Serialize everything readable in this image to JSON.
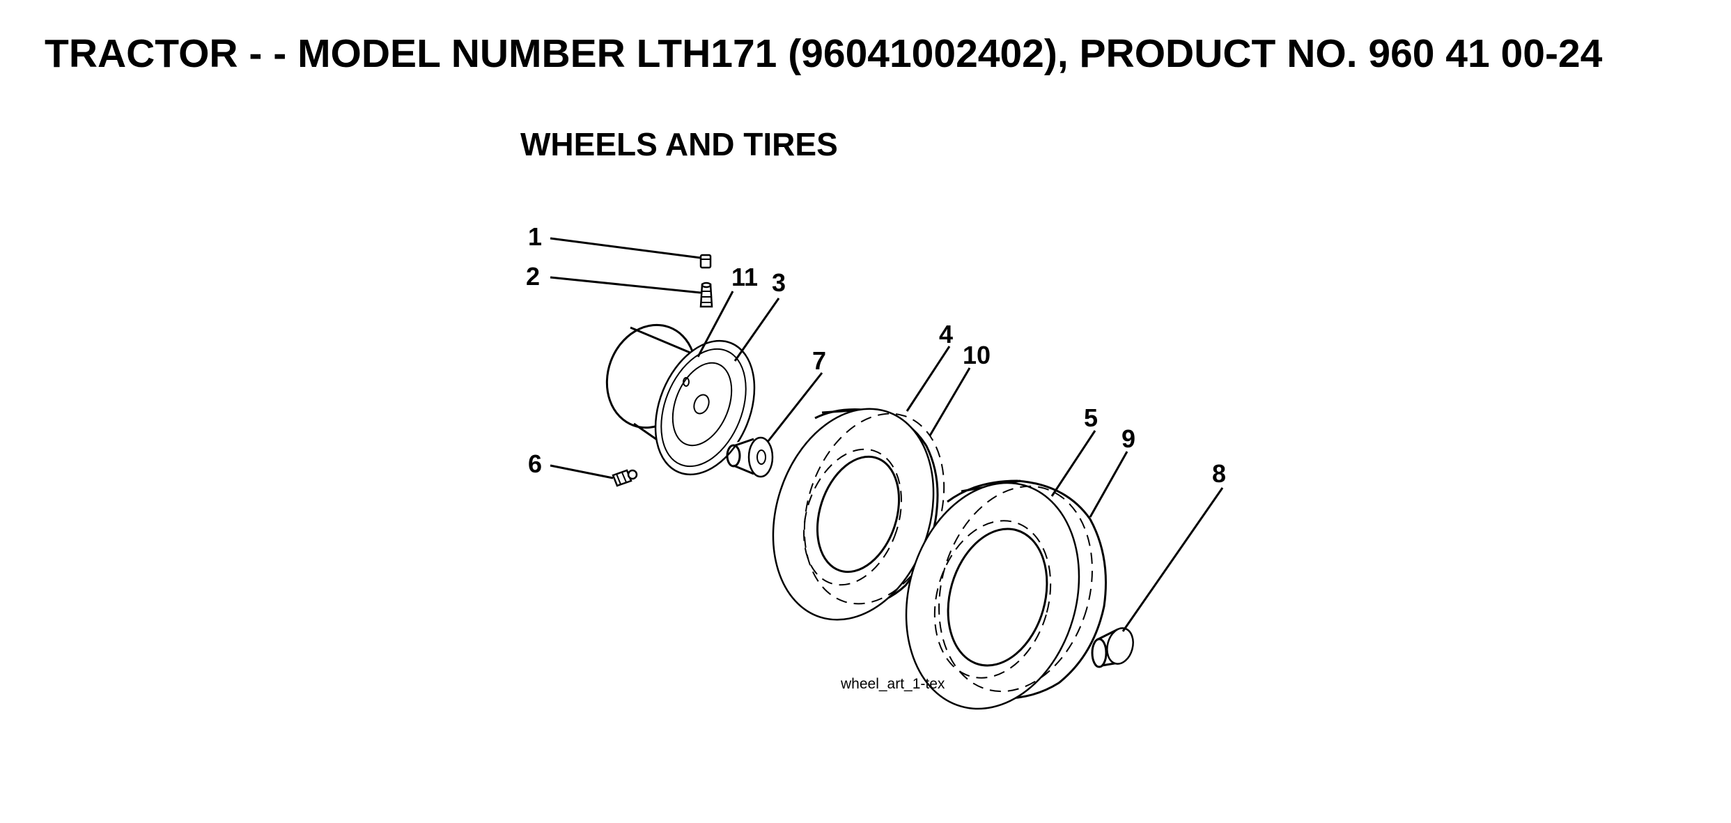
{
  "header": {
    "title": "TRACTOR - - MODEL NUMBER LTH171 (96041002402), PRODUCT NO. 960 41 00-24"
  },
  "section": {
    "title": "WHEELS AND TIRES"
  },
  "diagram": {
    "callouts": [
      {
        "id": "1",
        "label": "1"
      },
      {
        "id": "2",
        "label": "2"
      },
      {
        "id": "3",
        "label": "3"
      },
      {
        "id": "4",
        "label": "4"
      },
      {
        "id": "5",
        "label": "5"
      },
      {
        "id": "6",
        "label": "6"
      },
      {
        "id": "7",
        "label": "7"
      },
      {
        "id": "8",
        "label": "8"
      },
      {
        "id": "9",
        "label": "9"
      },
      {
        "id": "10",
        "label": "10"
      },
      {
        "id": "11",
        "label": "11"
      }
    ],
    "art_reference": "wheel_art_1-tex"
  }
}
